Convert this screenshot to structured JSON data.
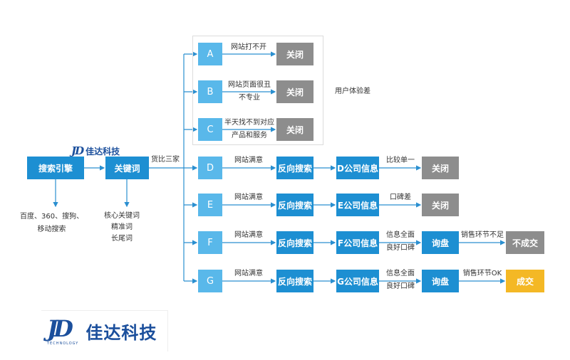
{
  "root": {
    "search_engine": "搜索引擎",
    "keyword": "关键词",
    "compare_label": "货比三家"
  },
  "engines_note": {
    "line1": "百度、360、搜狗、",
    "line2": "移动搜索"
  },
  "keywords_note": {
    "line1": "核心关键词",
    "line2": "精准词",
    "line3": "长尾词"
  },
  "brand": {
    "mark": "JD",
    "name": "佳达科技",
    "tagline": "TECHNOLOGY"
  },
  "group_note": "用户体验差",
  "rows": {
    "a": {
      "letter": "A",
      "reason": "网站打不开",
      "end": "关闭"
    },
    "b": {
      "letter": "B",
      "reason1": "网站页面很丑",
      "reason2": "不专业",
      "end": "关闭"
    },
    "c": {
      "letter": "C",
      "reason1": "半天找不到对应",
      "reason2": "产品和服务",
      "end": "关闭"
    },
    "d": {
      "letter": "D",
      "reason": "网站满意",
      "search": "反向搜索",
      "info": "D公司信息",
      "eval": "比较单一",
      "end": "关闭"
    },
    "e": {
      "letter": "E",
      "reason": "网站满意",
      "search": "反向搜索",
      "info": "E公司信息",
      "eval": "口碑差",
      "end": "关闭"
    },
    "f": {
      "letter": "F",
      "reason": "网站满意",
      "search": "反向搜索",
      "info": "F公司信息",
      "eval1": "信息全面",
      "eval2": "良好口碑",
      "inquiry": "询盘",
      "sales": "销售环节不足",
      "end": "不成交"
    },
    "g": {
      "letter": "G",
      "reason": "网站满意",
      "search": "反向搜索",
      "info": "G公司信息",
      "eval1": "信息全面",
      "eval2": "良好口碑",
      "inquiry": "询盘",
      "sales": "销售环节OK",
      "end": "成交"
    }
  }
}
